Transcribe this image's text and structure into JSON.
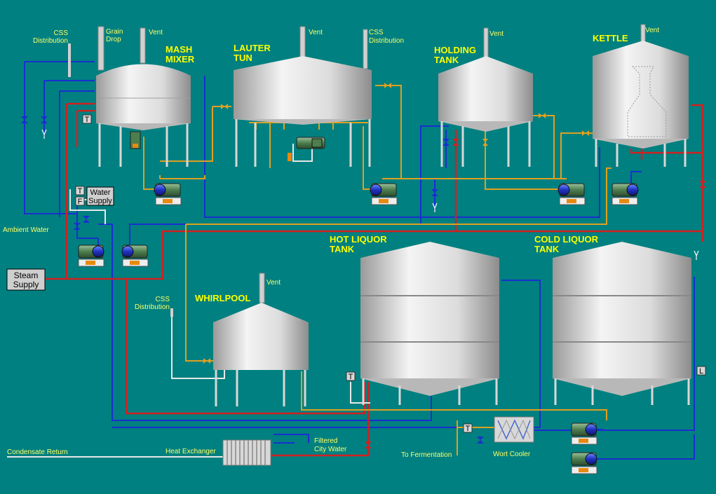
{
  "tanks": {
    "mash_mixer": [
      "MASH",
      "MIXER"
    ],
    "lauter_tun": [
      "LAUTER",
      "TUN"
    ],
    "holding_tank": [
      "HOLDING",
      "TANK"
    ],
    "kettle": "KETTLE",
    "whirlpool": "WHIRLPOOL",
    "hot_liquor_tank": [
      "HOT LIQUOR",
      "TANK"
    ],
    "cold_liquor_tank": [
      "COLD LIQUOR",
      "TANK"
    ]
  },
  "labels": {
    "vent": "Vent",
    "css_distribution": [
      "CSS",
      "Distribution"
    ],
    "grain_drop": [
      "Grain",
      "Drop"
    ],
    "ambient_water": "Ambient Water",
    "condensate_return": "Condensate Return",
    "heat_exchanger": "Heat Exchanger",
    "filtered_city_water": [
      "Filtered",
      "City Water"
    ],
    "to_fermentation": "To Fermentation",
    "wort_cooler": "Wort Cooler"
  },
  "buttons": {
    "water_supply": [
      "Water",
      "Supply"
    ],
    "steam_supply": [
      "Steam",
      "Supply"
    ]
  },
  "instruments": {
    "temperature": "T",
    "flow": "F",
    "level": "L"
  },
  "colors": {
    "background": "#008080",
    "water_pipe": "#1a2fd0",
    "steam_pipe": "#d22020",
    "wort_pipe": "#e0a020",
    "label_text": "#ffff00",
    "pump_body": "#5a8a5a",
    "pump_base": "#e88a10"
  }
}
